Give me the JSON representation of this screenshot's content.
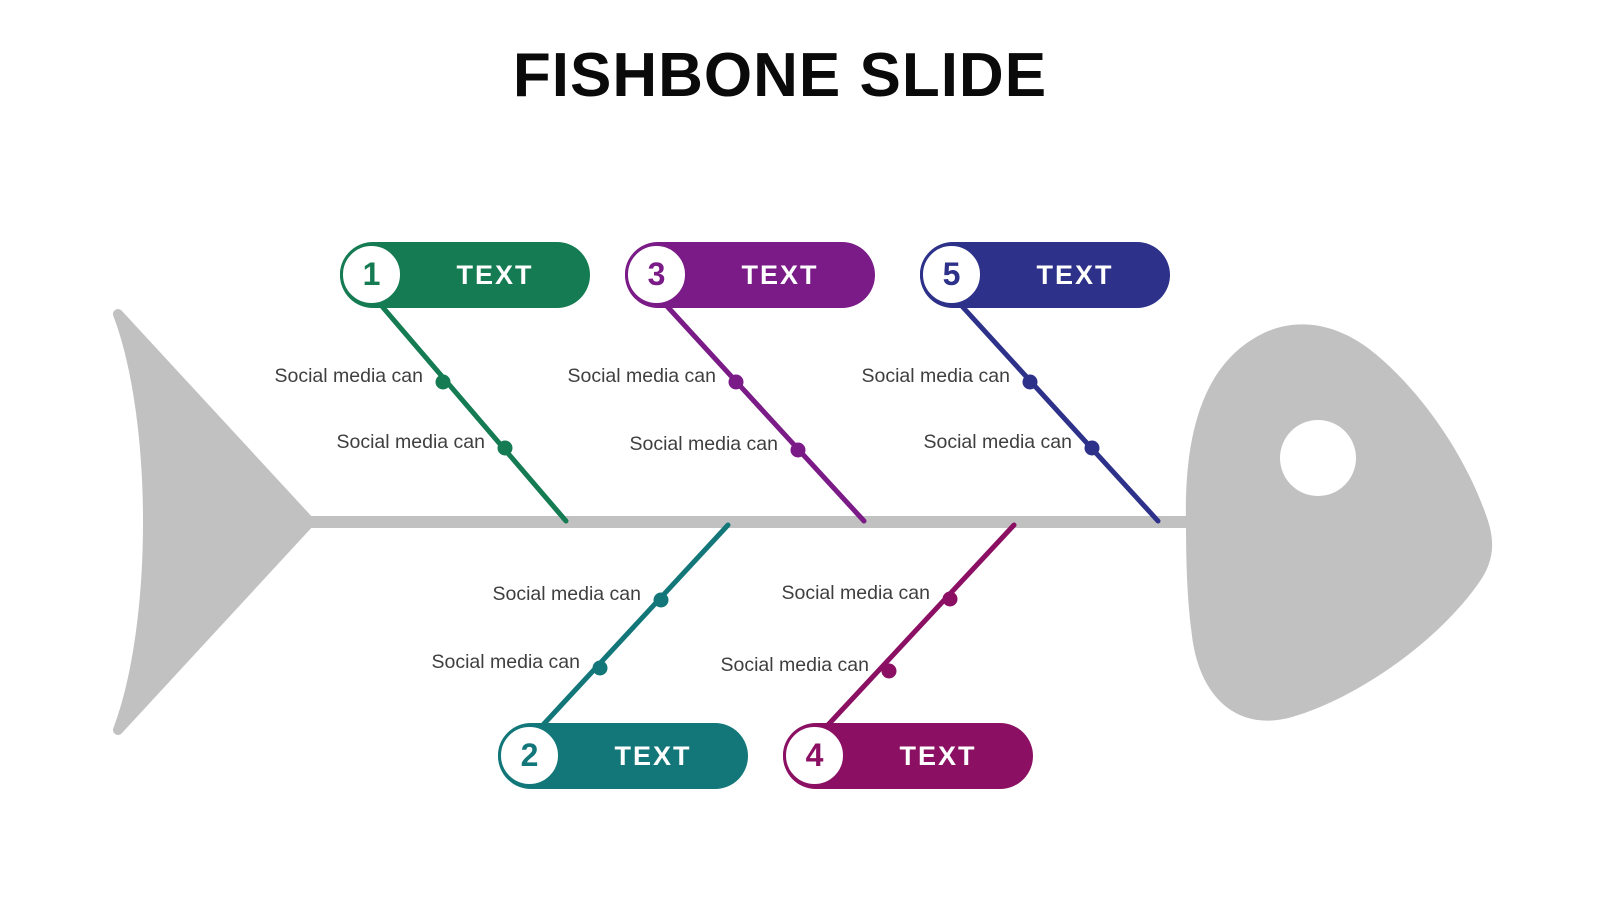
{
  "title": "FISHBONE SLIDE",
  "colors": {
    "bone": "#C1C1C1",
    "eye": "#FFFFFF",
    "note_text": "#3F3F3F",
    "pill_text": "#FFFFFF"
  },
  "branches": [
    {
      "number": "1",
      "label": "TEXT",
      "color": "#157B52",
      "side": "top",
      "notes": [
        "Social media can",
        "Social media can"
      ]
    },
    {
      "number": "2",
      "label": "TEXT",
      "color": "#137779",
      "side": "bottom",
      "notes": [
        "Social media can",
        "Social media can"
      ]
    },
    {
      "number": "3",
      "label": "TEXT",
      "color": "#7A1B87",
      "side": "top",
      "notes": [
        "Social media can",
        "Social media can"
      ]
    },
    {
      "number": "4",
      "label": "TEXT",
      "color": "#8B1063",
      "side": "bottom",
      "notes": [
        "Social media can",
        "Social media can"
      ]
    },
    {
      "number": "5",
      "label": "TEXT",
      "color": "#2D3189",
      "side": "top",
      "notes": [
        "Social media can",
        "Social media can"
      ]
    }
  ]
}
